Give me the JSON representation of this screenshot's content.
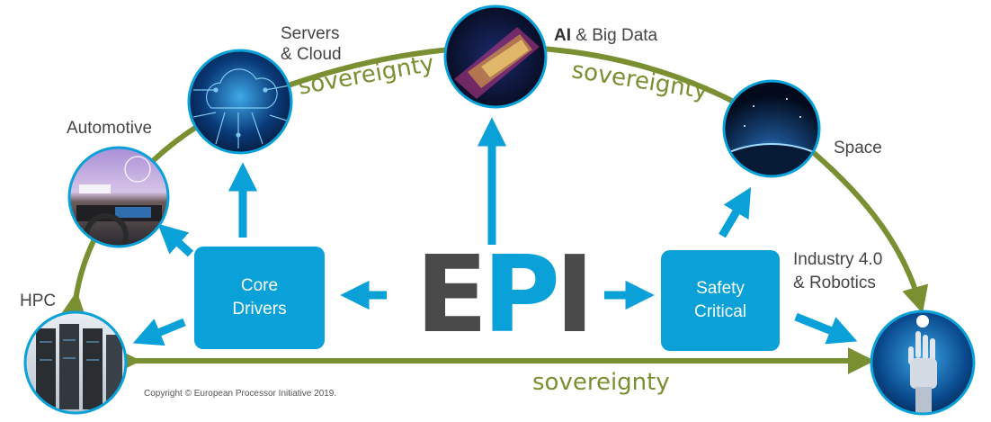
{
  "nodes": {
    "servers_cloud": {
      "line1": "Servers",
      "line2": "& Cloud"
    },
    "ai_big_data": {
      "strong": "AI",
      "rest": " & Big Data"
    },
    "automotive": {
      "label": "Automotive"
    },
    "space": {
      "label": "Space"
    },
    "industry": {
      "line1": "Industry 4.0",
      "line2": "& Robotics"
    },
    "hpc": {
      "label": "HPC"
    }
  },
  "boxes": {
    "core_drivers": {
      "line1": "Core",
      "line2": "Drivers"
    },
    "safety_critical": {
      "line1": "Safety",
      "line2": "Critical"
    }
  },
  "logo": {
    "letter_e": "E",
    "letter_p": "P",
    "letter_i": "I"
  },
  "sovereignty": {
    "left_arc": "sovereignty",
    "right_arc": "sovereignty",
    "bottom": "sovereignty"
  },
  "footer": {
    "copyright": "Copyright © European Processor Initiative 2019."
  },
  "colors": {
    "accent_blue": "#0aa0d8",
    "arc_green": "#7a8f32",
    "logo_gray": "#4a4a4a",
    "label_gray": "#444444"
  },
  "icons": [
    "cloud-circuit-icon",
    "data-pyramid-icon",
    "car-cockpit-icon",
    "earth-orbit-icon",
    "robot-hand-icon",
    "server-rack-icon"
  ]
}
